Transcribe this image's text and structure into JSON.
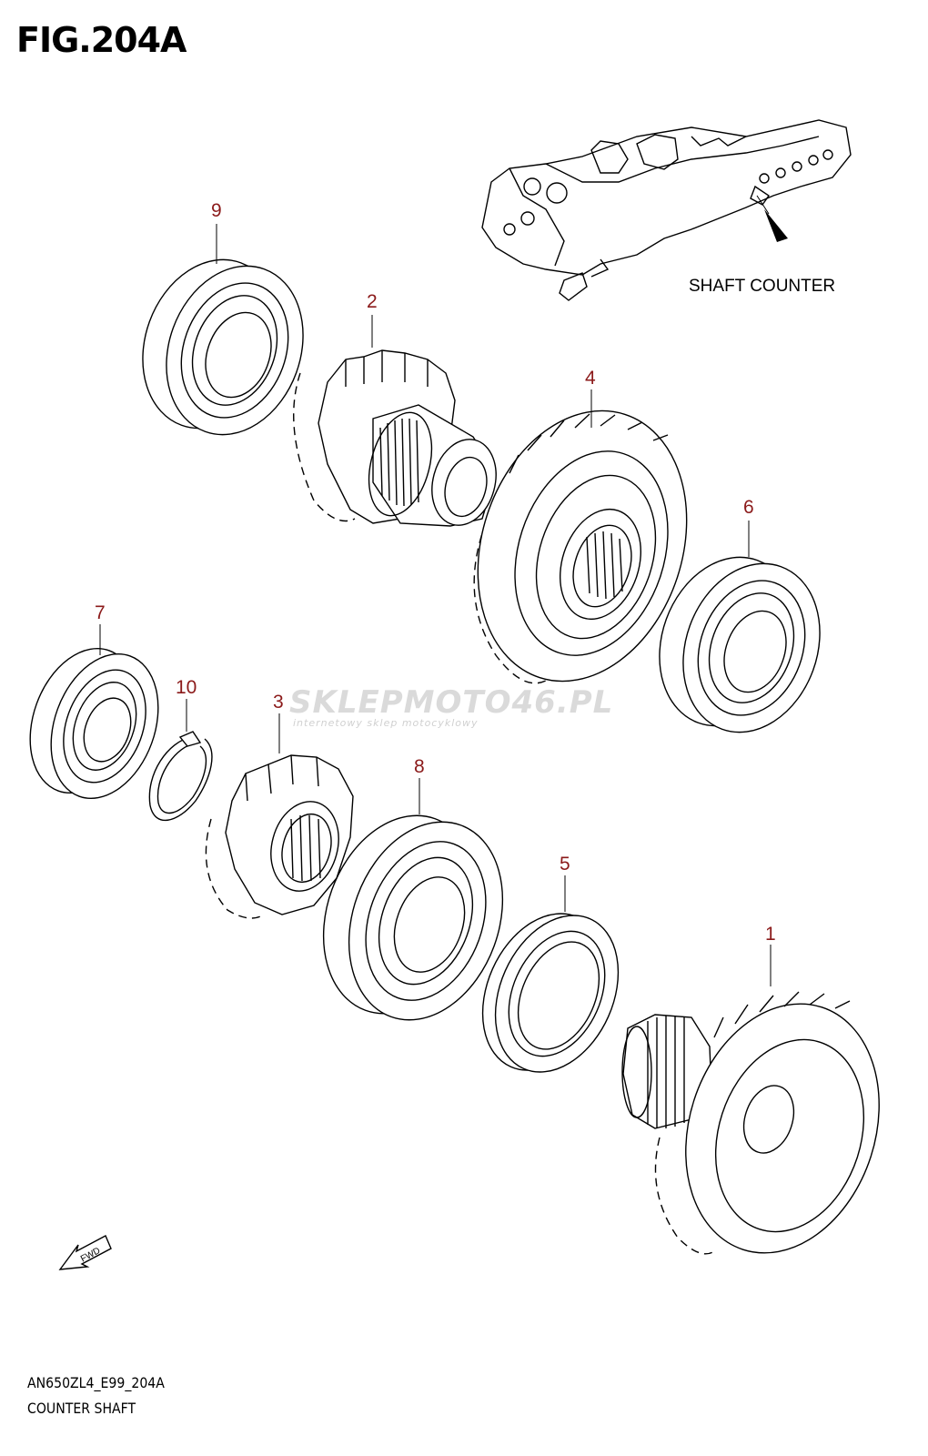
{
  "figure": {
    "title": "FIG.204A",
    "callout_label": "SHAFT COUNTER",
    "fwd_label": "FWD"
  },
  "parts": [
    {
      "no": "1"
    },
    {
      "no": "2"
    },
    {
      "no": "3"
    },
    {
      "no": "4"
    },
    {
      "no": "5"
    },
    {
      "no": "6"
    },
    {
      "no": "7"
    },
    {
      "no": "8"
    },
    {
      "no": "9"
    },
    {
      "no": "10"
    }
  ],
  "watermark": {
    "main": "SKLEPMOTO46.PL",
    "sub": "internetowy sklep motocyklowy"
  },
  "footer": {
    "code": "AN650ZL4_E99_204A",
    "caption": "COUNTER SHAFT"
  },
  "colors": {
    "part_number": "#8b1a1a",
    "line": "#000000"
  }
}
